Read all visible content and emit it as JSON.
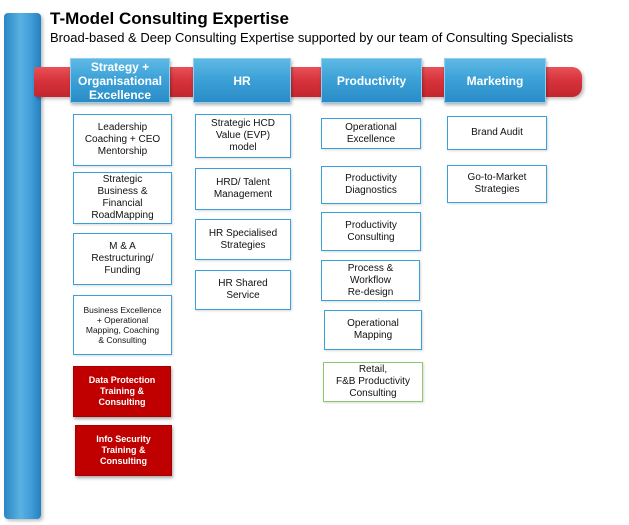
{
  "title": "T-Model Consulting Expertise",
  "subtitle": "Broad-based & Deep Consulting Expertise supported by our team of Consulting Specialists",
  "columns": [
    {
      "header": "Strategy +\nOrganisational\nExcellence",
      "items": [
        "Leadership\nCoaching + CEO\nMentorship",
        "Strategic\nBusiness &\nFinancial\nRoadMapping",
        "M & A\nRestructuring/\nFunding",
        "Business Excellence\n+ Operational\nMapping, Coaching\n& Consulting",
        "Data Protection\nTraining &\nConsulting",
        "Info Security\nTraining &\nConsulting"
      ]
    },
    {
      "header": "HR",
      "items": [
        "Strategic HCD\nValue (EVP)\nmodel",
        "HRD/ Talent\nManagement",
        "HR Specialised\nStrategies",
        "HR Shared\nService"
      ]
    },
    {
      "header": "Productivity",
      "items": [
        "Operational\nExcellence",
        "Productivity\nDiagnostics",
        "Productivity\nConsulting",
        "Process &\nWorkflow\nRe-design",
        "Operational\nMapping",
        "Retail,\nF&B Productivity\nConsulting"
      ]
    },
    {
      "header": "Marketing",
      "items": [
        "Brand Audit",
        "Go-to-Market\nStrategies"
      ]
    }
  ],
  "colors": {
    "vertical_bar": "#3e9bd6",
    "horizontal_bar": "#d7333c",
    "header_fill": "#3da2d8",
    "box_border": "#3aa0dc",
    "highlight_fill": "#c00000",
    "last_item_border": "#8cc86a"
  }
}
